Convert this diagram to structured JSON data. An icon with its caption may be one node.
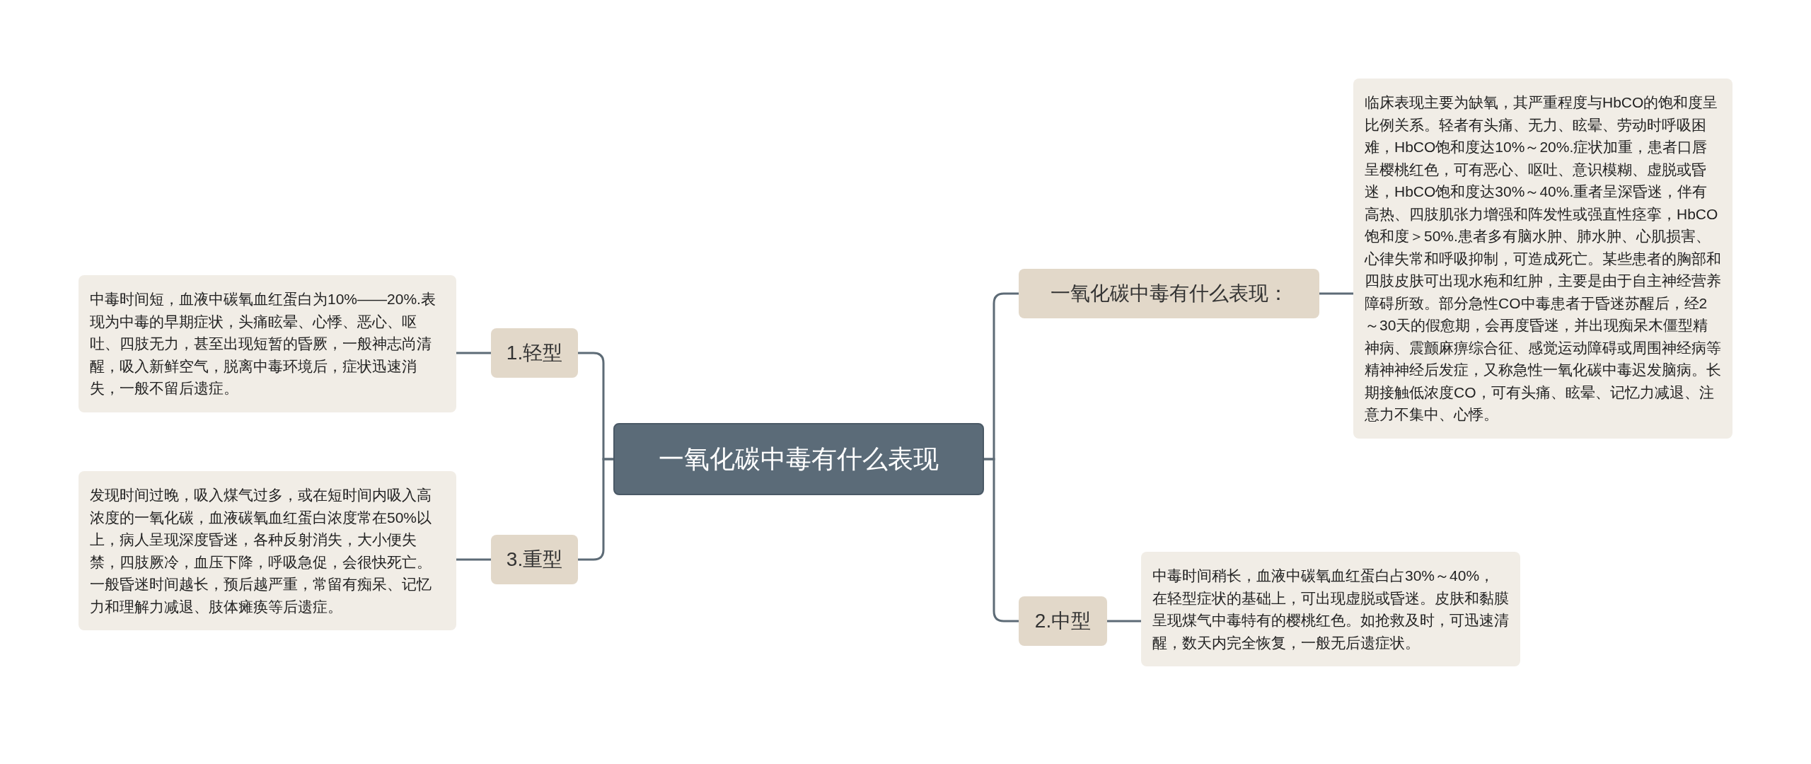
{
  "diagram": {
    "nodes": [
      {
        "text": [
          "一氧化碳中毒有什么表现"
        ]
      },
      {
        "text": [
          "一氧化碳中毒有什么表现："
        ]
      },
      {
        "text": [
          "临床表现主要为缺氧，其严重程度与HbCO的饱和度呈比例关系。轻者有头痛、无力、眩晕、劳动时呼吸困难，HbCO饱和度达10%～20%.症状加重，患者口唇呈樱桃红色，可有恶心、呕吐、意识模糊、虚脱或昏迷，HbCO饱和度达30%～40%.重者呈深昏迷，伴有高热、四肢肌张力增强和阵发性或强直性痉挛，HbCO饱和度＞50%.患者多有脑水肿、肺水肿、心肌损害、心律失常和呼吸抑制，可造成死亡。某些患者的胸部和四肢皮肤可出现水疱和红肿，主要是由于自主神经营养障碍所致。部分急性CO中毒患者于昏迷苏醒后，经2～30天的假愈期，会再度昏迷，并出现痴呆木僵型精神病、震颤麻痹综合征、感觉运动障碍或周围神经病等精神神经后发症，又称急性一氧化碳中毒迟发脑病。长期接触低浓度CO，可有头痛、眩晕、记忆力减退、注意力不集中、心悸。"
        ]
      },
      {
        "text": [
          "2.中型"
        ]
      },
      {
        "text": [
          "中毒时间稍长，血液中碳氧血红蛋白占30%～40%，在轻型症状的基础上，可出现虚脱或昏迷。皮肤和黏膜呈现煤气中毒特有的樱桃红色。如抢救及时，可迅速清醒，数天内完全恢复，一般无后遗症状。"
        ]
      },
      {
        "text": [
          "1.轻型"
        ]
      },
      {
        "text": [
          "中毒时间短，血液中碳氧血红蛋白为10%——20%.表现为中毒的早期症状，头痛眩晕、心悸、恶心、呕吐、四肢无力，甚至出现短暂的昏厥，一般神志尚清醒，吸入新鲜空气，脱离中毒环境后，症状迅速消失，一般不留后遗症。"
        ]
      },
      {
        "text": [
          "3.重型"
        ]
      },
      {
        "text": [
          "发现时间过晚，吸入煤气过多，或在短时间内吸入高浓度的一氧化碳，血液碳氧血红蛋白浓度常在50%以上，病人呈现深度昏迷，各种反射消失，大小便失禁，四肢厥冷，血压下降，呼吸急促，会很快死亡。一般昏迷时间越长，预后越严重，常留有痴呆、记忆力和理解力减退、肢体瘫痪等后遗症。"
        ]
      }
    ],
    "edges": [
      {
        "from": 0,
        "to": 1,
        "arrow": "none"
      },
      {
        "from": 1,
        "to": 2,
        "arrow": "none"
      },
      {
        "from": 0,
        "to": 3,
        "arrow": "none"
      },
      {
        "from": 3,
        "to": 4,
        "arrow": "none"
      },
      {
        "from": 0,
        "to": 5,
        "arrow": "none"
      },
      {
        "from": 5,
        "to": 6,
        "arrow": "none"
      },
      {
        "from": 0,
        "to": 7,
        "arrow": "none"
      },
      {
        "from": 7,
        "to": 8,
        "arrow": "none"
      }
    ]
  }
}
